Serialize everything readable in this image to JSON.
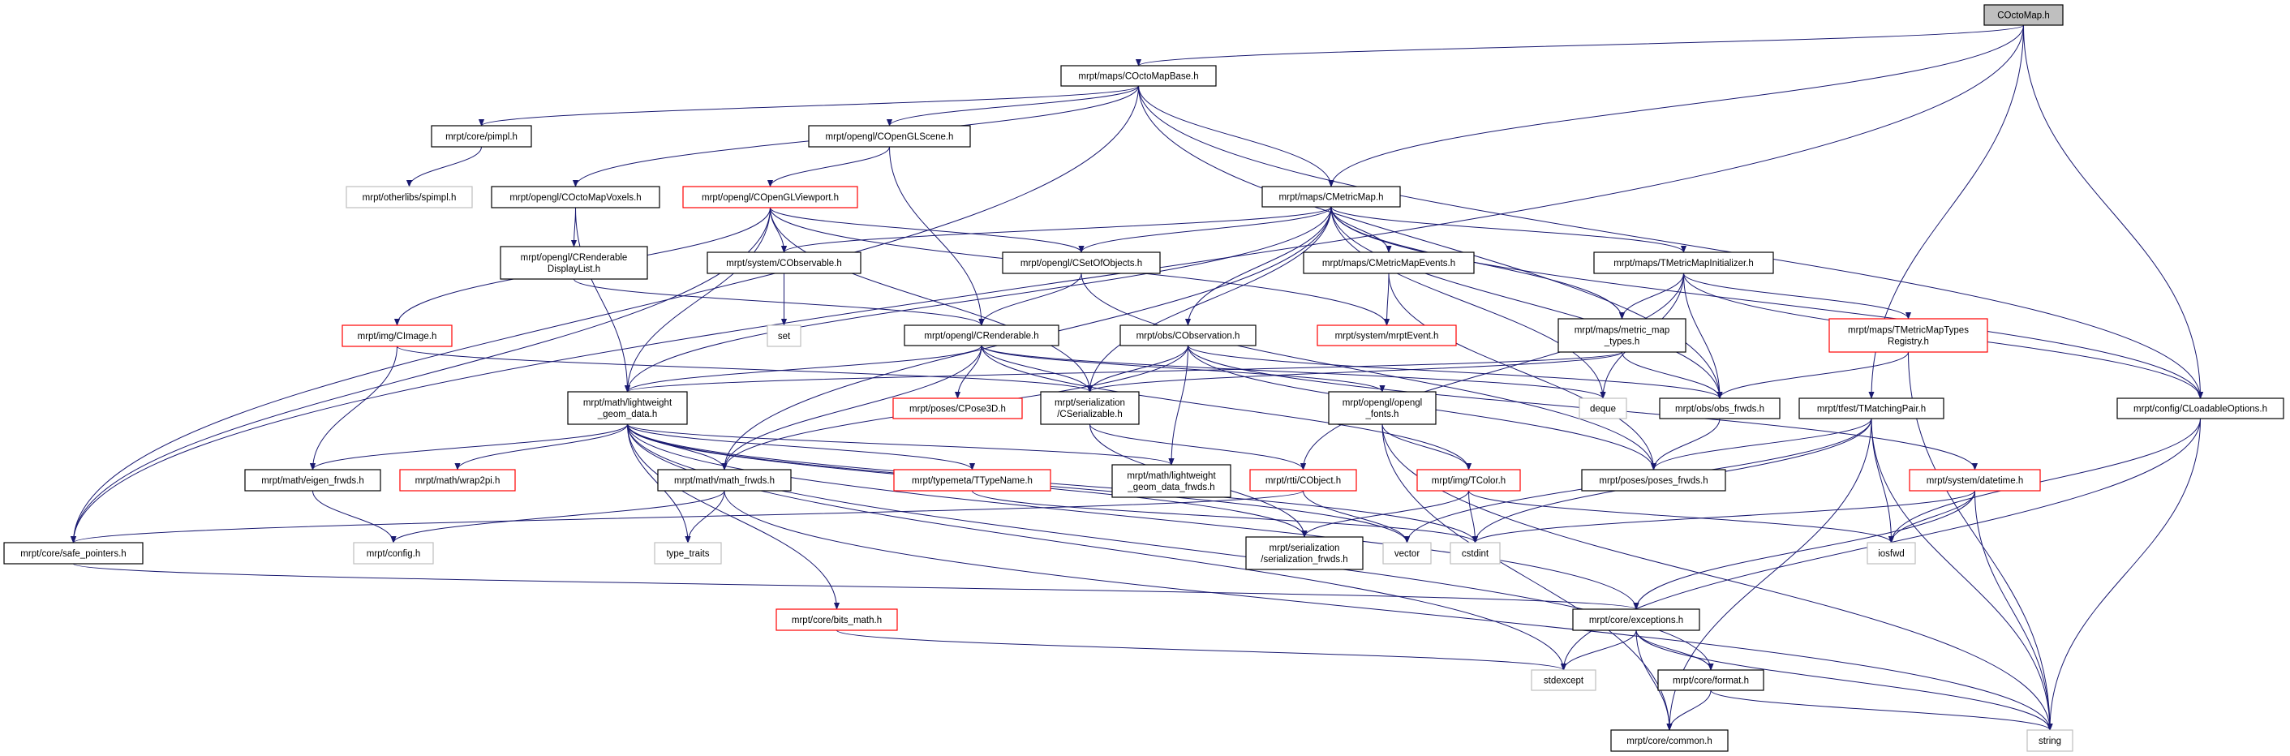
{
  "colors": {
    "edge": "#191970",
    "normal_border": "#000000",
    "truncated_border": "#ff0000",
    "external_border": "#bfbfbf",
    "root_fill": "#bfbfbf"
  },
  "nodes": [
    {
      "id": "root",
      "lines": [
        "COctoMap.h"
      ],
      "kind": "root"
    },
    {
      "id": "octobase",
      "lines": [
        "mrpt/maps/COctoMapBase.h"
      ],
      "kind": "normal"
    },
    {
      "id": "pimpl",
      "lines": [
        "mrpt/core/pimpl.h"
      ],
      "kind": "normal"
    },
    {
      "id": "scene",
      "lines": [
        "mrpt/opengl/COpenGLScene.h"
      ],
      "kind": "normal"
    },
    {
      "id": "spimpl",
      "lines": [
        "mrpt/otherlibs/spimpl.h"
      ],
      "kind": "external"
    },
    {
      "id": "voxels",
      "lines": [
        "mrpt/opengl/COctoMapVoxels.h"
      ],
      "kind": "normal"
    },
    {
      "id": "viewport",
      "lines": [
        "mrpt/opengl/COpenGLViewport.h"
      ],
      "kind": "truncated"
    },
    {
      "id": "metricmap",
      "lines": [
        "mrpt/maps/CMetricMap.h"
      ],
      "kind": "normal"
    },
    {
      "id": "displaylist",
      "lines": [
        "mrpt/opengl/CRenderable",
        "DisplayList.h"
      ],
      "kind": "normal"
    },
    {
      "id": "observable",
      "lines": [
        "mrpt/system/CObservable.h"
      ],
      "kind": "normal"
    },
    {
      "id": "setofobjects",
      "lines": [
        "mrpt/opengl/CSetOfObjects.h"
      ],
      "kind": "normal"
    },
    {
      "id": "mapevents",
      "lines": [
        "mrpt/maps/CMetricMapEvents.h"
      ],
      "kind": "normal"
    },
    {
      "id": "mapinit",
      "lines": [
        "mrpt/maps/TMetricMapInitializer.h"
      ],
      "kind": "normal"
    },
    {
      "id": "set",
      "lines": [
        "set"
      ],
      "kind": "external"
    },
    {
      "id": "cimage",
      "lines": [
        "mrpt/img/CImage.h"
      ],
      "kind": "truncated"
    },
    {
      "id": "renderable",
      "lines": [
        "mrpt/opengl/CRenderable.h"
      ],
      "kind": "normal"
    },
    {
      "id": "observation",
      "lines": [
        "mrpt/obs/CObservation.h"
      ],
      "kind": "normal"
    },
    {
      "id": "mrptevent",
      "lines": [
        "mrpt/system/mrptEvent.h"
      ],
      "kind": "truncated"
    },
    {
      "id": "maptypes",
      "lines": [
        "mrpt/maps/metric_map",
        "_types.h"
      ],
      "kind": "normal"
    },
    {
      "id": "registry",
      "lines": [
        "mrpt/maps/TMetricMapTypes",
        "Registry.h"
      ],
      "kind": "truncated"
    },
    {
      "id": "lwgeom",
      "lines": [
        "mrpt/math/lightweight",
        "_geom_data.h"
      ],
      "kind": "normal"
    },
    {
      "id": "cpose3d",
      "lines": [
        "mrpt/poses/CPose3D.h"
      ],
      "kind": "truncated"
    },
    {
      "id": "serializable",
      "lines": [
        "mrpt/serialization",
        "/CSerializable.h"
      ],
      "kind": "normal"
    },
    {
      "id": "fonts",
      "lines": [
        "mrpt/opengl/opengl",
        "_fonts.h"
      ],
      "kind": "normal"
    },
    {
      "id": "deque",
      "lines": [
        "deque"
      ],
      "kind": "external"
    },
    {
      "id": "obsfrwds",
      "lines": [
        "mrpt/obs/obs_frwds.h"
      ],
      "kind": "normal"
    },
    {
      "id": "matchingpair",
      "lines": [
        "mrpt/tfest/TMatchingPair.h"
      ],
      "kind": "normal"
    },
    {
      "id": "loadable",
      "lines": [
        "mrpt/config/CLoadableOptions.h"
      ],
      "kind": "normal"
    },
    {
      "id": "eigenfrwds",
      "lines": [
        "mrpt/math/eigen_frwds.h"
      ],
      "kind": "normal"
    },
    {
      "id": "wrap2pi",
      "lines": [
        "mrpt/math/wrap2pi.h"
      ],
      "kind": "truncated"
    },
    {
      "id": "mathfrwds",
      "lines": [
        "mrpt/math/math_frwds.h"
      ],
      "kind": "normal"
    },
    {
      "id": "typename",
      "lines": [
        "mrpt/typemeta/TTypeName.h"
      ],
      "kind": "truncated"
    },
    {
      "id": "lwgeomfrwds",
      "lines": [
        "mrpt/math/lightweight",
        "_geom_data_frwds.h"
      ],
      "kind": "normal"
    },
    {
      "id": "cobject",
      "lines": [
        "mrpt/rtti/CObject.h"
      ],
      "kind": "truncated"
    },
    {
      "id": "tcolor",
      "lines": [
        "mrpt/img/TColor.h"
      ],
      "kind": "truncated"
    },
    {
      "id": "posesfrwds",
      "lines": [
        "mrpt/poses/poses_frwds.h"
      ],
      "kind": "normal"
    },
    {
      "id": "datetime",
      "lines": [
        "mrpt/system/datetime.h"
      ],
      "kind": "truncated"
    },
    {
      "id": "safeptr",
      "lines": [
        "mrpt/core/safe_pointers.h"
      ],
      "kind": "normal"
    },
    {
      "id": "config",
      "lines": [
        "mrpt/config.h"
      ],
      "kind": "external"
    },
    {
      "id": "typetraits",
      "lines": [
        "type_traits"
      ],
      "kind": "external"
    },
    {
      "id": "serfrwds",
      "lines": [
        "mrpt/serialization",
        "/serialization_frwds.h"
      ],
      "kind": "normal"
    },
    {
      "id": "vector",
      "lines": [
        "vector"
      ],
      "kind": "external"
    },
    {
      "id": "cstdint",
      "lines": [
        "cstdint"
      ],
      "kind": "external"
    },
    {
      "id": "iosfwd",
      "lines": [
        "iosfwd"
      ],
      "kind": "external"
    },
    {
      "id": "bitsmath",
      "lines": [
        "mrpt/core/bits_math.h"
      ],
      "kind": "truncated"
    },
    {
      "id": "exceptions",
      "lines": [
        "mrpt/core/exceptions.h"
      ],
      "kind": "normal"
    },
    {
      "id": "stdexcept",
      "lines": [
        "stdexcept"
      ],
      "kind": "external"
    },
    {
      "id": "format",
      "lines": [
        "mrpt/core/format.h"
      ],
      "kind": "normal"
    },
    {
      "id": "common",
      "lines": [
        "mrpt/core/common.h"
      ],
      "kind": "normal"
    },
    {
      "id": "string",
      "lines": [
        "string"
      ],
      "kind": "external"
    }
  ],
  "edges": [
    [
      "root",
      "safeptr"
    ],
    [
      "root",
      "octobase"
    ],
    [
      "root",
      "metricmap"
    ],
    [
      "root",
      "matchingpair"
    ],
    [
      "root",
      "loadable"
    ],
    [
      "octobase",
      "safeptr"
    ],
    [
      "octobase",
      "pimpl"
    ],
    [
      "octobase",
      "scene"
    ],
    [
      "octobase",
      "voxels"
    ],
    [
      "octobase",
      "metricmap"
    ],
    [
      "octobase",
      "obsfrwds"
    ],
    [
      "octobase",
      "loadable"
    ],
    [
      "pimpl",
      "spimpl"
    ],
    [
      "scene",
      "viewport"
    ],
    [
      "scene",
      "renderable"
    ],
    [
      "voxels",
      "displaylist"
    ],
    [
      "voxels",
      "lwgeom"
    ],
    [
      "viewport",
      "observable"
    ],
    [
      "viewport",
      "setofobjects"
    ],
    [
      "viewport",
      "mrptevent"
    ],
    [
      "viewport",
      "cimage"
    ],
    [
      "viewport",
      "lwgeom"
    ],
    [
      "viewport",
      "safeptr"
    ],
    [
      "viewport",
      "serializable"
    ],
    [
      "displaylist",
      "renderable"
    ],
    [
      "observable",
      "set"
    ],
    [
      "setofobjects",
      "renderable"
    ],
    [
      "setofobjects",
      "posesfrwds"
    ],
    [
      "cimage",
      "eigenfrwds"
    ],
    [
      "cimage",
      "serializable"
    ],
    [
      "metricmap",
      "observable"
    ],
    [
      "metricmap",
      "setofobjects"
    ],
    [
      "metricmap",
      "mapevents"
    ],
    [
      "metricmap",
      "mapinit"
    ],
    [
      "metricmap",
      "maptypes"
    ],
    [
      "metricmap",
      "observation"
    ],
    [
      "metricmap",
      "serializable"
    ],
    [
      "metricmap",
      "deque"
    ],
    [
      "metricmap",
      "obsfrwds"
    ],
    [
      "metricmap",
      "lwgeom"
    ],
    [
      "metricmap",
      "mathfrwds"
    ],
    [
      "metricmap",
      "loadable"
    ],
    [
      "mapevents",
      "mrptevent"
    ],
    [
      "mapevents",
      "posesfrwds"
    ],
    [
      "mapinit",
      "maptypes"
    ],
    [
      "mapinit",
      "registry"
    ],
    [
      "mapinit",
      "loadable"
    ],
    [
      "mapinit",
      "deque"
    ],
    [
      "mapinit",
      "obsfrwds"
    ],
    [
      "mapinit",
      "cobject"
    ],
    [
      "maptypes",
      "serializable"
    ],
    [
      "maptypes",
      "lwgeom"
    ],
    [
      "maptypes",
      "obsfrwds"
    ],
    [
      "registry",
      "obsfrwds"
    ],
    [
      "registry",
      "string"
    ],
    [
      "renderable",
      "serializable"
    ],
    [
      "renderable",
      "cpose3d"
    ],
    [
      "renderable",
      "lwgeom"
    ],
    [
      "renderable",
      "mathfrwds"
    ],
    [
      "renderable",
      "fonts"
    ],
    [
      "renderable",
      "tcolor"
    ],
    [
      "renderable",
      "deque"
    ],
    [
      "observation",
      "serializable"
    ],
    [
      "observation",
      "mathfrwds"
    ],
    [
      "observation",
      "lwgeomfrwds"
    ],
    [
      "observation",
      "posesfrwds"
    ],
    [
      "observation",
      "datetime"
    ],
    [
      "observation",
      "obsfrwds"
    ],
    [
      "lwgeom",
      "eigenfrwds"
    ],
    [
      "lwgeom",
      "wrap2pi"
    ],
    [
      "lwgeom",
      "mathfrwds"
    ],
    [
      "lwgeom",
      "typetraits"
    ],
    [
      "lwgeom",
      "typename"
    ],
    [
      "lwgeom",
      "lwgeomfrwds"
    ],
    [
      "lwgeom",
      "serfrwds"
    ],
    [
      "lwgeom",
      "vector"
    ],
    [
      "lwgeom",
      "cstdint"
    ],
    [
      "lwgeom",
      "bitsmath"
    ],
    [
      "lwgeom",
      "stdexcept"
    ],
    [
      "lwgeom",
      "exceptions"
    ],
    [
      "lwgeom",
      "format"
    ],
    [
      "mathfrwds",
      "config"
    ],
    [
      "mathfrwds",
      "typetraits"
    ],
    [
      "mathfrwds",
      "string"
    ],
    [
      "eigenfrwds",
      "config"
    ],
    [
      "safeptr",
      "exceptions"
    ],
    [
      "serializable",
      "cobject"
    ],
    [
      "serializable",
      "serfrwds"
    ],
    [
      "fonts",
      "tcolor"
    ],
    [
      "fonts",
      "string"
    ],
    [
      "fonts",
      "common"
    ],
    [
      "cobject",
      "safeptr"
    ],
    [
      "cobject",
      "vector"
    ],
    [
      "tcolor",
      "serfrwds"
    ],
    [
      "tcolor",
      "cstdint"
    ],
    [
      "tcolor",
      "iosfwd"
    ],
    [
      "typename",
      "cstdint"
    ],
    [
      "obsfrwds",
      "posesfrwds"
    ],
    [
      "matchingpair",
      "posesfrwds"
    ],
    [
      "matchingpair",
      "vector"
    ],
    [
      "matchingpair",
      "cstdint"
    ],
    [
      "matchingpair",
      "iosfwd"
    ],
    [
      "matchingpair",
      "common"
    ],
    [
      "matchingpair",
      "string"
    ],
    [
      "datetime",
      "iosfwd"
    ],
    [
      "datetime",
      "cstdint"
    ],
    [
      "datetime",
      "exceptions"
    ],
    [
      "datetime",
      "string"
    ],
    [
      "loadable",
      "iosfwd"
    ],
    [
      "loadable",
      "stdexcept"
    ],
    [
      "loadable",
      "string"
    ],
    [
      "bitsmath",
      "stdexcept"
    ],
    [
      "exceptions",
      "stdexcept"
    ],
    [
      "exceptions",
      "format"
    ],
    [
      "exceptions",
      "common"
    ],
    [
      "exceptions",
      "string"
    ],
    [
      "format",
      "common"
    ],
    [
      "format",
      "string"
    ]
  ]
}
